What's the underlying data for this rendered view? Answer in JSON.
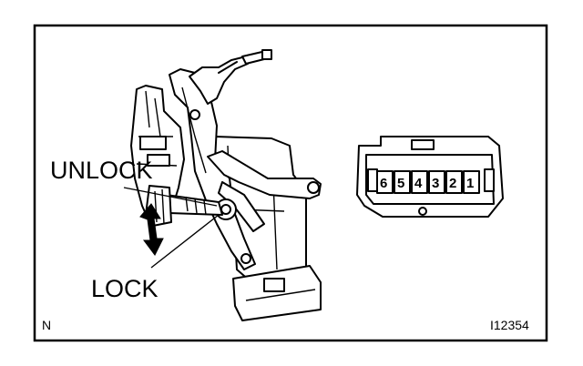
{
  "labels": {
    "unlock": "UNLOCK",
    "lock": "LOCK",
    "corner_mark": "N",
    "figure_id": "I12354"
  },
  "connector": {
    "pins": [
      "6",
      "5",
      "4",
      "3",
      "2",
      "1"
    ]
  },
  "colors": {
    "ink": "#000000",
    "background": "#ffffff"
  }
}
